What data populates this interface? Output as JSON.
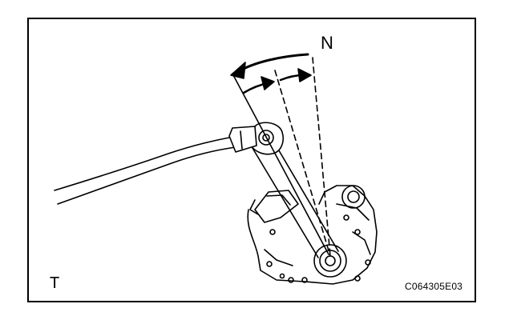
{
  "labels": {
    "position": "N",
    "corner": "T",
    "figure_code": "C064305E03"
  },
  "colors": {
    "ink": "#000000",
    "paper": "#ffffff"
  },
  "icons": [
    "curved-arrow-icon",
    "arrow-right-icon"
  ]
}
